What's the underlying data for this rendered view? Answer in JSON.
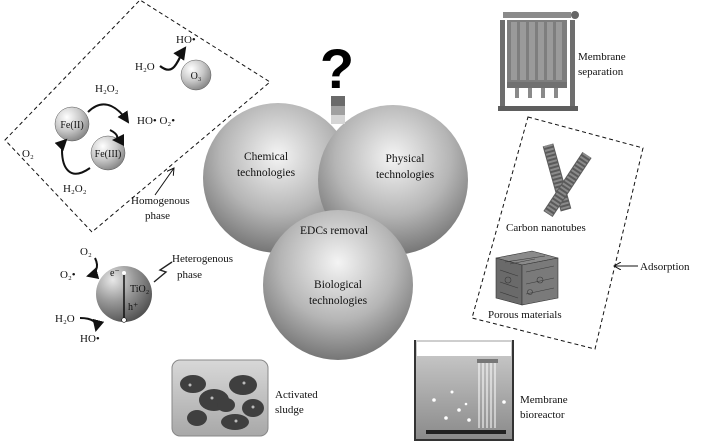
{
  "center": {
    "question_mark": "?",
    "circles": {
      "chemical": [
        "Chemical",
        "technologies"
      ],
      "physical": [
        "Physical",
        "technologies"
      ],
      "biological": [
        "Biological",
        "technologies"
      ]
    },
    "overlap_label": "EDCs removal"
  },
  "homogenous": {
    "h2o": "H₂O",
    "ho_top": "HO•",
    "o3": "O₃",
    "h2o2_top": "H₂O₂",
    "fe2": "Fe(II)",
    "fe3": "Fe(III)",
    "ho_o2": "HO• O₂•",
    "o2": "O₂",
    "h2o2_bottom": "H₂O₂",
    "caption": [
      "Homogenous",
      "phase"
    ]
  },
  "heterogenous": {
    "o2": "O₂",
    "o2_rad": "O₂•",
    "e": "e⁻",
    "tio2": "TiO₂",
    "h": "h⁺",
    "h2o": "H₂O",
    "ho": "HO•",
    "caption": [
      "Heterogenous",
      "phase"
    ]
  },
  "membrane_separation": [
    "Membrane",
    "separation"
  ],
  "adsorption": {
    "carbon_nanotubes": "Carbon nanotubes",
    "porous_materials": "Porous materials",
    "caption": "Adsorption"
  },
  "activated_sludge": [
    "Activated",
    "sludge"
  ],
  "membrane_bioreactor": [
    "Membrane",
    "bioreactor"
  ]
}
